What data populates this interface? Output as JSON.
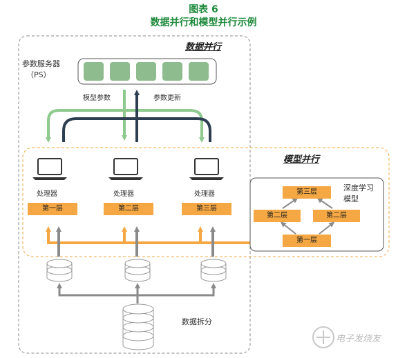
{
  "title": "图表 6",
  "subtitle": "数据并行和模型并行示例",
  "data_parallel_label": "数据并行",
  "model_parallel_label": "模型并行",
  "ps_label_line1": "参数服务器",
  "ps_label_line2": "（PS）",
  "model_params_label": "模型参数",
  "param_update_label": "参数更新",
  "processors": [
    {
      "label": "处理器",
      "layer": "第一层"
    },
    {
      "label": "处理器",
      "layer": "第二层"
    },
    {
      "label": "处理器",
      "layer": "第三层"
    }
  ],
  "deep_model": {
    "label_line1": "深度学习",
    "label_line2": "模型",
    "layer3": "第三层",
    "layer2_left": "第二层",
    "layer2_right": "第二层",
    "layer1": "第一层"
  },
  "data_split_label": "数据拆分",
  "watermark": "电子发烧友",
  "colors": {
    "title_green": "#1e8a3c",
    "ps_block": "#8fbc8f",
    "arrow_green": "#8ec98e",
    "arrow_navy": "#2c3e50",
    "layer_orange": "#f5a743",
    "arrow_gray": "#8a8a8a"
  }
}
